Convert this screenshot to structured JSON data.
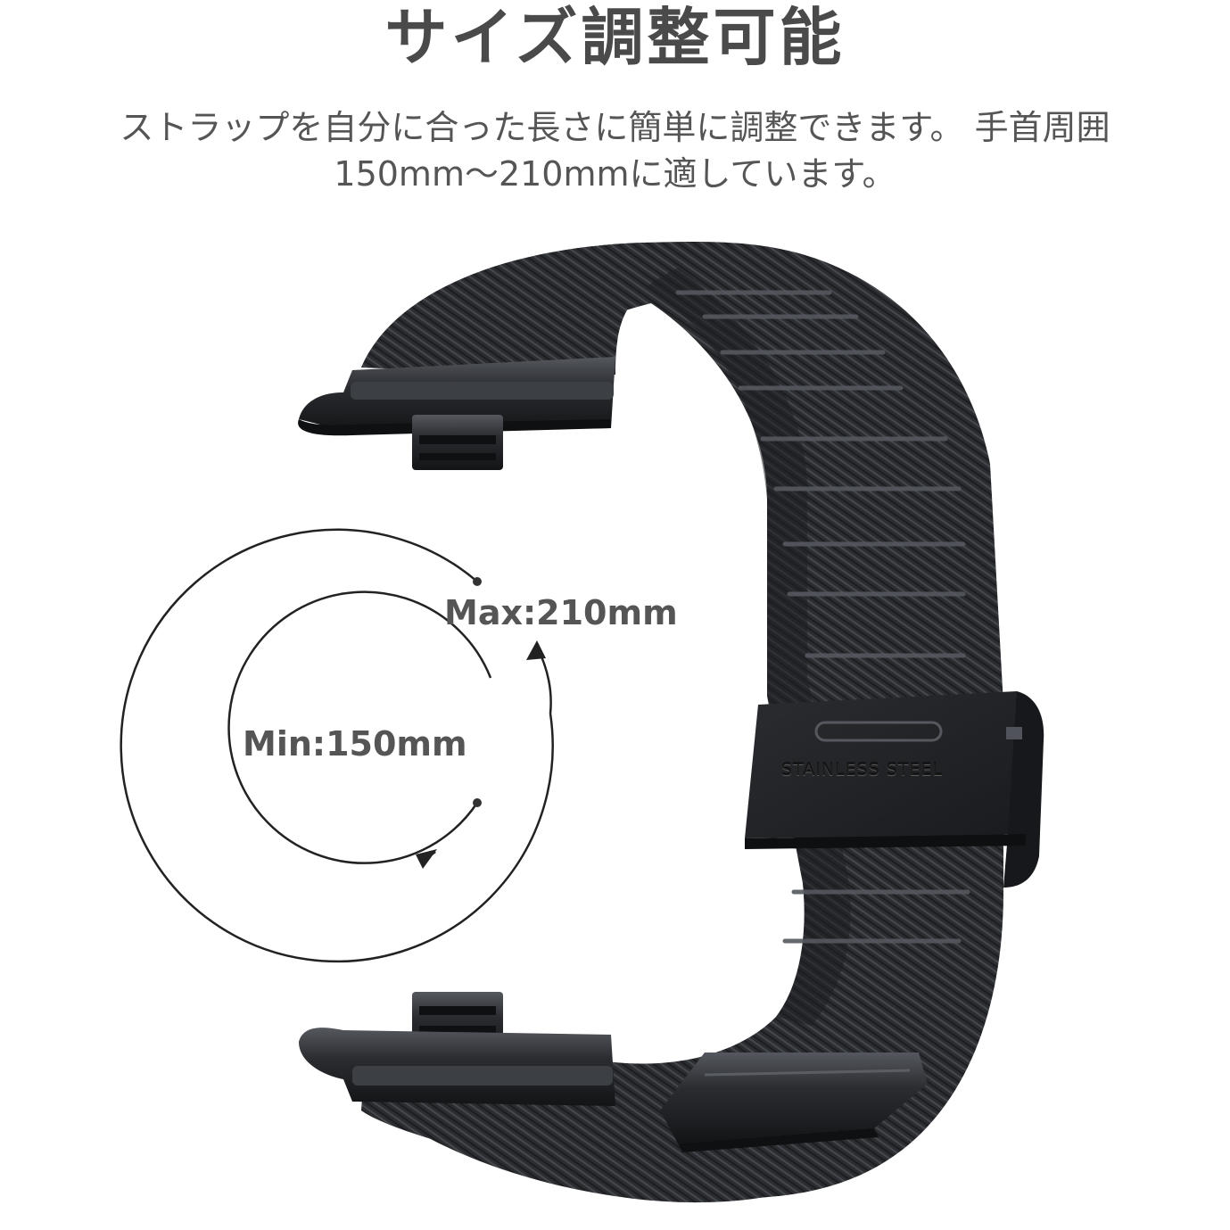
{
  "headline": "サイズ調整可能",
  "description": {
    "line1": "ストラップを自分に合った長さに簡単に調整できます。 手首周囲",
    "line2": "150mm〜210mmに適しています。"
  },
  "size_diagram": {
    "max_label": "Max:210mm",
    "min_label": "Min:150mm"
  },
  "product": {
    "clasp_engraving": "STAINLESS  STEEL",
    "colors": {
      "mesh": "#2b2d30",
      "mesh_highlight": "#4a4d52",
      "metal": "#1f2124"
    }
  }
}
